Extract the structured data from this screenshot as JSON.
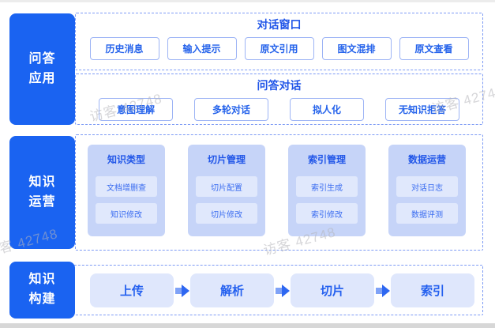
{
  "watermark": {
    "text": "访客 42748"
  },
  "colors": {
    "accent_blue": "#1a63f1",
    "section_title_blue": "#2156e8",
    "chip_text_blue": "#2563eb",
    "dashed_border_blue": "#7d9bf5",
    "card_bg": "#c6d4f8",
    "card_item_bg": "#e0e8fc",
    "step_bg": "#dfe7fc"
  },
  "qa_app": {
    "label_lines": [
      "问答",
      "应用"
    ],
    "dialog_window": {
      "title": "对话窗口",
      "items": [
        "历史消息",
        "输入提示",
        "原文引用",
        "图文混排",
        "原文查看"
      ]
    },
    "qa_dialog": {
      "title": "问答对话",
      "items": [
        "意图理解",
        "多轮对话",
        "拟人化",
        "无知识拒答"
      ]
    }
  },
  "knowledge_ops": {
    "label_lines": [
      "知识",
      "运营"
    ],
    "cards": [
      {
        "title": "知识类型",
        "items": [
          "文档增删查",
          "知识修改"
        ]
      },
      {
        "title": "切片管理",
        "items": [
          "切片配置",
          "切片修改"
        ]
      },
      {
        "title": "索引管理",
        "items": [
          "索引生成",
          "索引修改"
        ]
      },
      {
        "title": "数据运营",
        "items": [
          "对话日志",
          "数据评测"
        ]
      }
    ]
  },
  "knowledge_build": {
    "label_lines": [
      "知识",
      "构建"
    ],
    "steps": [
      "上传",
      "解析",
      "切片",
      "索引"
    ]
  }
}
